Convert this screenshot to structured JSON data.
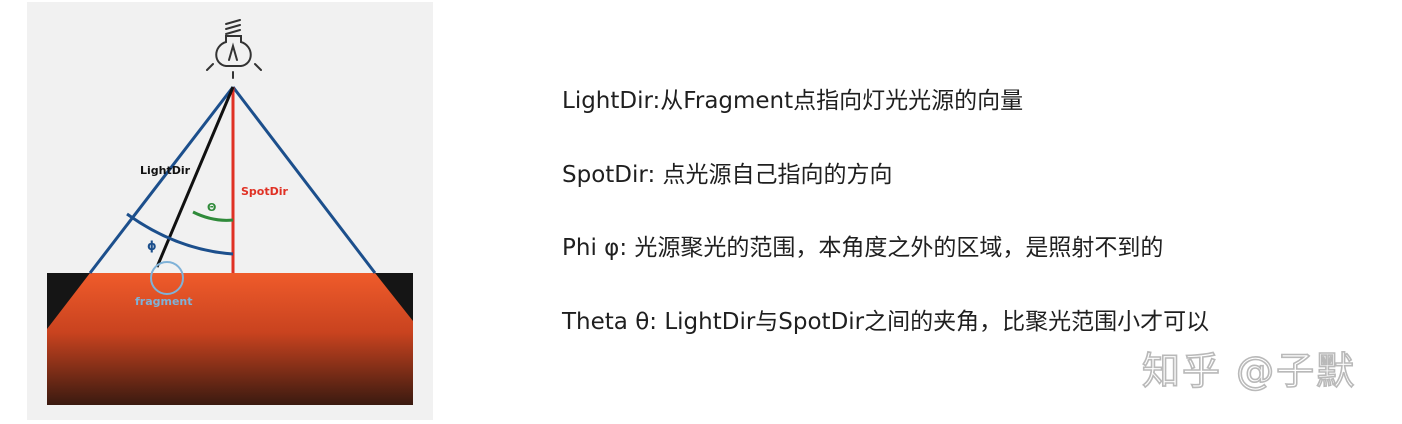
{
  "diagram": {
    "light_dir_label": "LightDir",
    "spot_dir_label": "SpotDir",
    "theta_label": "Θ",
    "phi_label": "ϕ",
    "fragment_label": "fragment",
    "colors": {
      "cone_edge": "#1c4f8c",
      "spot_dir": "#e03124",
      "light_dir": "#111111",
      "theta_arc": "#2f8a3a",
      "phi_arc": "#1c4f8c",
      "floor_top": "#ee5a2a",
      "floor_bottom": "#3a1a10",
      "floor_shadow": "#151515",
      "fragment_text": "#7fb2d8"
    }
  },
  "captions": [
    "LightDir:从Fragment点指向灯光光源的向量",
    "SpotDir: 点光源自己指向的方向",
    "Phi φ: 光源聚光的范围，本角度之外的区域，是照射不到的",
    "Theta θ: LightDir与SpotDir之间的夹角，比聚光范围小才可以"
  ],
  "watermark": "知乎 @子默"
}
